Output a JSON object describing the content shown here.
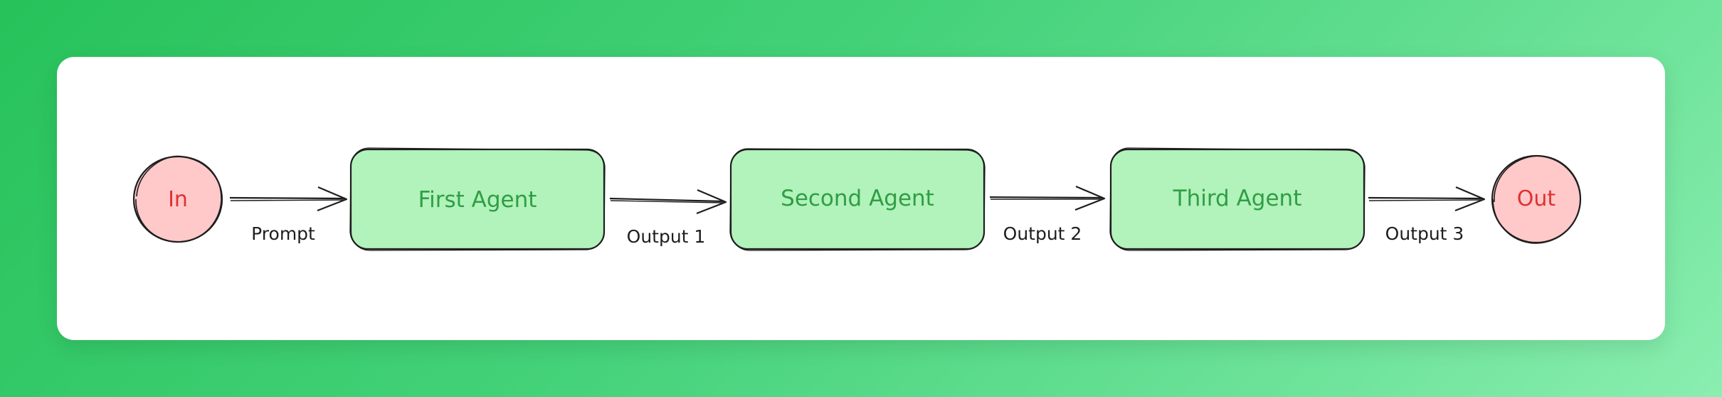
{
  "diagram": {
    "start_node": {
      "label": "In"
    },
    "end_node": {
      "label": "Out"
    },
    "agents": [
      {
        "label": "First Agent"
      },
      {
        "label": "Second Agent"
      },
      {
        "label": "Third Agent"
      }
    ],
    "edges": [
      {
        "label": "Prompt"
      },
      {
        "label": "Output 1"
      },
      {
        "label": "Output 2"
      },
      {
        "label": "Output 3"
      }
    ]
  },
  "colors": {
    "background_gradient_start": "#27c25a",
    "background_gradient_end": "#8aeeb0",
    "card": "#ffffff",
    "terminal_fill": "#ffc9c9",
    "terminal_text": "#e03131",
    "agent_fill": "#b2f2bb",
    "agent_text": "#2f9e44",
    "stroke": "#1e1e1e",
    "edge_label_text": "#1e1e1e"
  }
}
